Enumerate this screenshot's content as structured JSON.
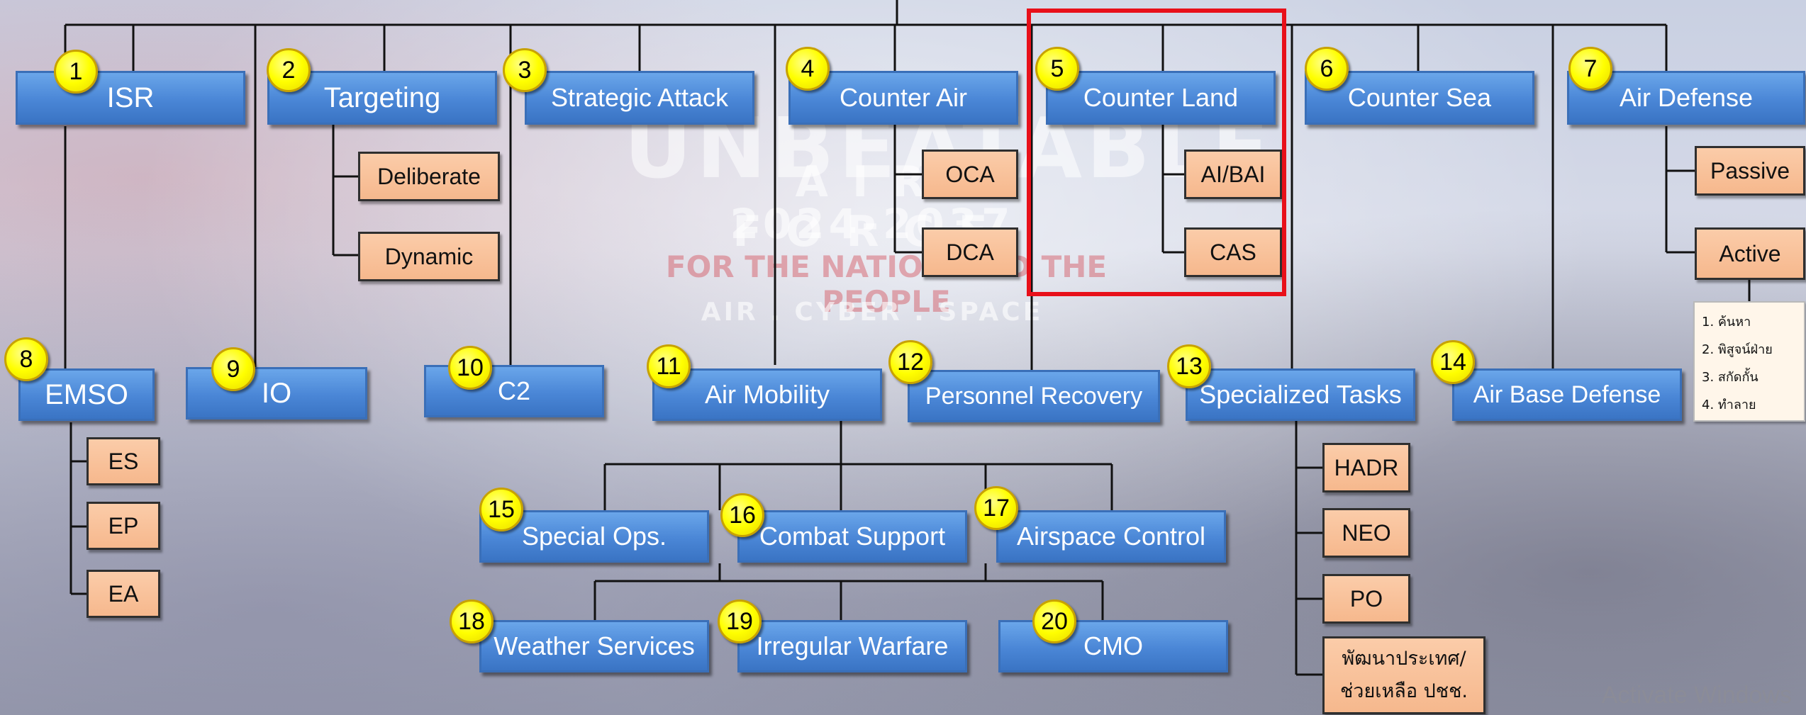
{
  "watermark": {
    "line1": "UNBEATABLE",
    "line2": "AIR FORCE",
    "line3": "2024-2037",
    "line4": "FOR THE NATION AND THE PEOPLE",
    "line5": "AIR . CYBER . SPACE"
  },
  "functions": [
    {
      "num": "1",
      "label": "ISR"
    },
    {
      "num": "2",
      "label": "Targeting"
    },
    {
      "num": "3",
      "label": "Strategic Attack"
    },
    {
      "num": "4",
      "label": "Counter Air"
    },
    {
      "num": "5",
      "label": "Counter Land"
    },
    {
      "num": "6",
      "label": "Counter Sea"
    },
    {
      "num": "7",
      "label": "Air Defense"
    },
    {
      "num": "8",
      "label": "EMSO"
    },
    {
      "num": "9",
      "label": "IO"
    },
    {
      "num": "10",
      "label": "C2"
    },
    {
      "num": "11",
      "label": "Air Mobility"
    },
    {
      "num": "12",
      "label": "Personnel Recovery"
    },
    {
      "num": "13",
      "label": "Specialized Tasks"
    },
    {
      "num": "14",
      "label": "Air Base Defense"
    },
    {
      "num": "15",
      "label": "Special Ops."
    },
    {
      "num": "16",
      "label": "Combat Support"
    },
    {
      "num": "17",
      "label": "Airspace Control"
    },
    {
      "num": "18",
      "label": "Weather Services"
    },
    {
      "num": "19",
      "label": "Irregular Warfare"
    },
    {
      "num": "20",
      "label": "CMO"
    }
  ],
  "sub": {
    "targeting": [
      "Deliberate",
      "Dynamic"
    ],
    "counter_air": [
      "OCA",
      "DCA"
    ],
    "counter_land": [
      "AI/BAI",
      "CAS"
    ],
    "air_defense": [
      "Passive",
      "Active"
    ],
    "emso": [
      "ES",
      "EP",
      "EA"
    ],
    "specialized": [
      "HADR",
      "NEO",
      "PO"
    ],
    "specialized_thai_line1": "พัฒนาประเทศ/",
    "specialized_thai_line2": "ช่วยเหลือ ปชช."
  },
  "active_note": [
    "1. ค้นหา",
    "2. พิสูจน์ฝ่าย",
    "3. สกัดกั้น",
    "4. ทำลาย"
  ],
  "highlighted_function": "Counter Land",
  "colors": {
    "primary_box": "#4a86d6",
    "sub_box": "#f6b88d",
    "number_badge": "#ffff00",
    "highlight": "#e8101a"
  },
  "overlay": {
    "activate": "Activate Windows"
  }
}
